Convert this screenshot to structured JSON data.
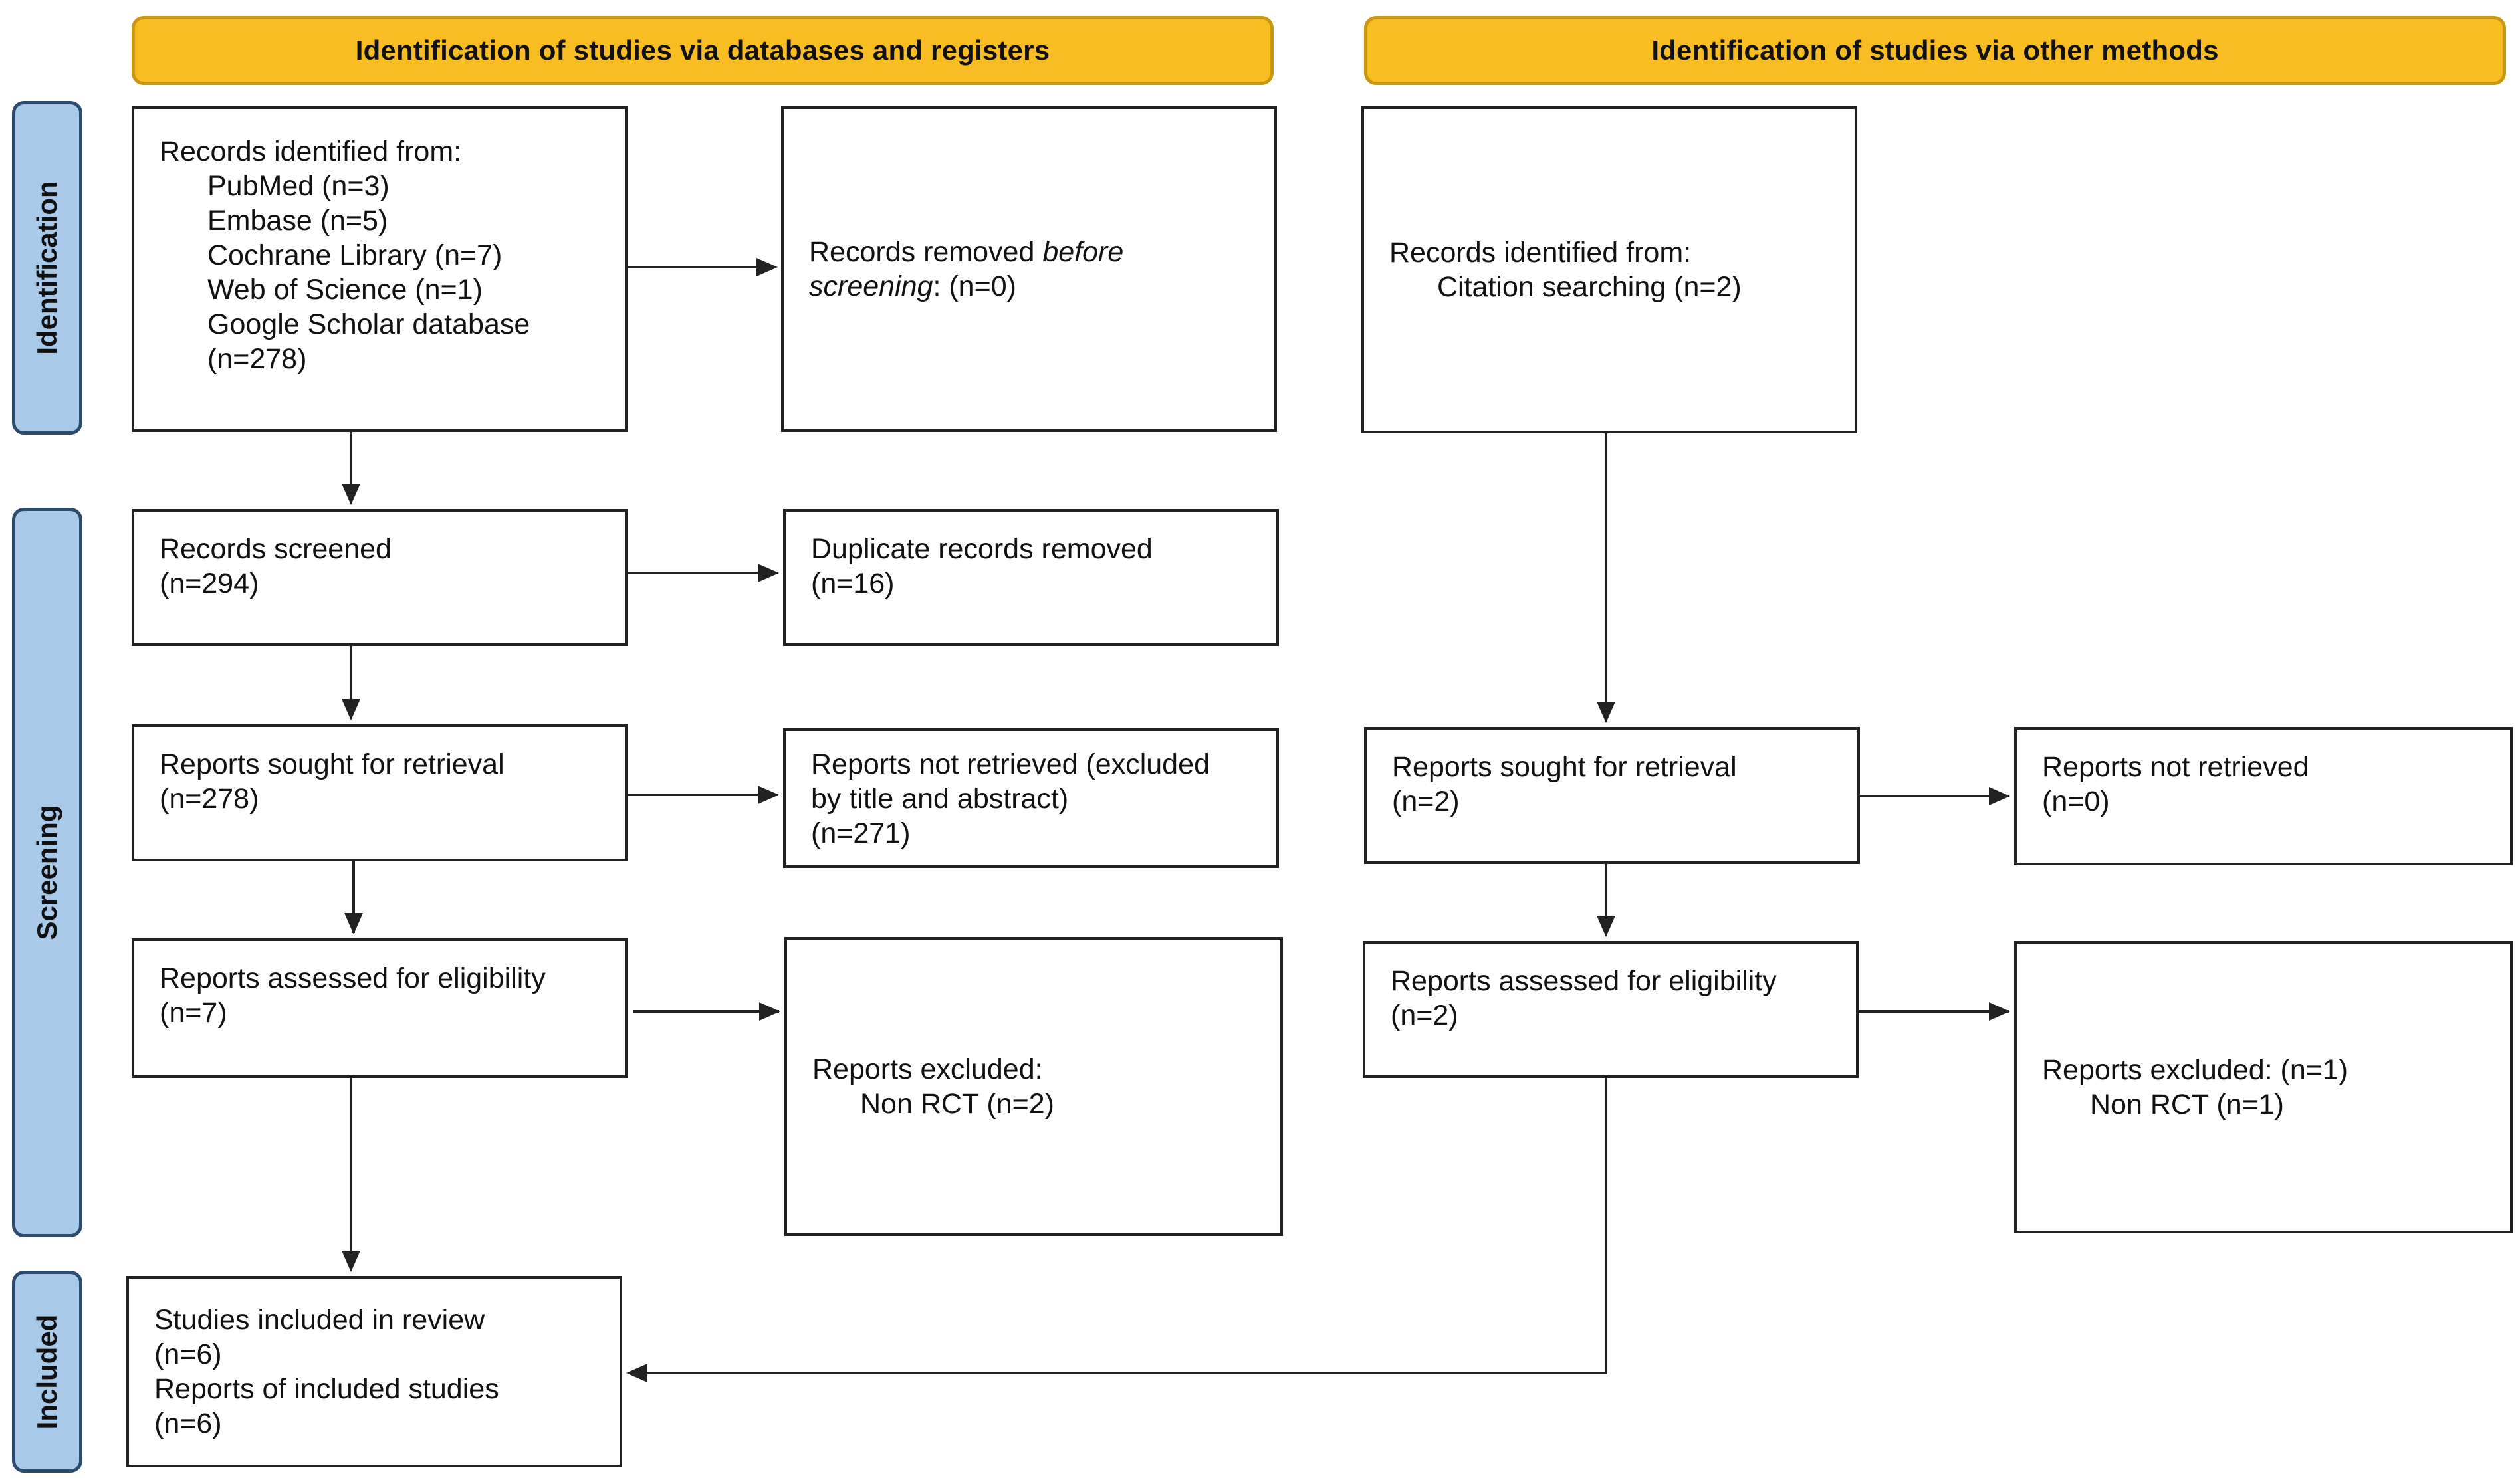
{
  "headers": {
    "left": "Identification of studies via databases and registers",
    "right": "Identification of studies via other methods"
  },
  "phases": {
    "identification": "Identification",
    "screening": "Screening",
    "included": "Included"
  },
  "databases": {
    "records_identified": {
      "title": "Records identified from:",
      "sources": [
        "PubMed (n=3)",
        "Embase (n=5)",
        "Cochrane Library (n=7)",
        "Web of Science (n=1)",
        "Google Scholar database",
        "(n=278)"
      ]
    },
    "records_removed": {
      "text_prefix": "Records removed ",
      "text_emphasis": "before",
      "text_emphasis_2": "screening",
      "text_suffix": ": (n=0)"
    },
    "records_screened": {
      "title": "Records screened",
      "count": "(n=294)"
    },
    "duplicates_removed": {
      "title": "Duplicate records removed",
      "count": "(n=16)"
    },
    "reports_sought": {
      "title": "Reports sought for retrieval",
      "count": "(n=278)"
    },
    "reports_not_retrieved": {
      "line1": "Reports not retrieved (excluded",
      "line2": "by title and abstract)",
      "count": "(n=271)"
    },
    "reports_assessed": {
      "title": "Reports assessed for eligibility",
      "count": "(n=7)"
    },
    "reports_excluded": {
      "title": "Reports excluded:",
      "reason": "Non RCT (n=2)"
    },
    "included": {
      "studies_title": "Studies included in review",
      "studies_count": "(n=6)",
      "reports_title": "Reports of included studies",
      "reports_count": "(n=6)"
    }
  },
  "other_methods": {
    "records_identified": {
      "title": "Records identified from:",
      "source": "Citation searching (n=2)"
    },
    "reports_sought": {
      "title": "Reports sought for retrieval",
      "count": "(n=2)"
    },
    "reports_not_retrieved": {
      "title": "Reports not retrieved",
      "count": "(n=0)"
    },
    "reports_assessed": {
      "title": "Reports assessed for eligibility",
      "count": "(n=2)"
    },
    "reports_excluded": {
      "title": "Reports excluded: (n=1)",
      "reason": "Non RCT (n=1)"
    }
  },
  "colors": {
    "header_fill": "#f7bd22",
    "header_border": "#c99712",
    "phase_fill": "#a9c9e8",
    "phase_border": "#2d4b6b",
    "box_border": "#222222",
    "arrow": "#222222"
  }
}
